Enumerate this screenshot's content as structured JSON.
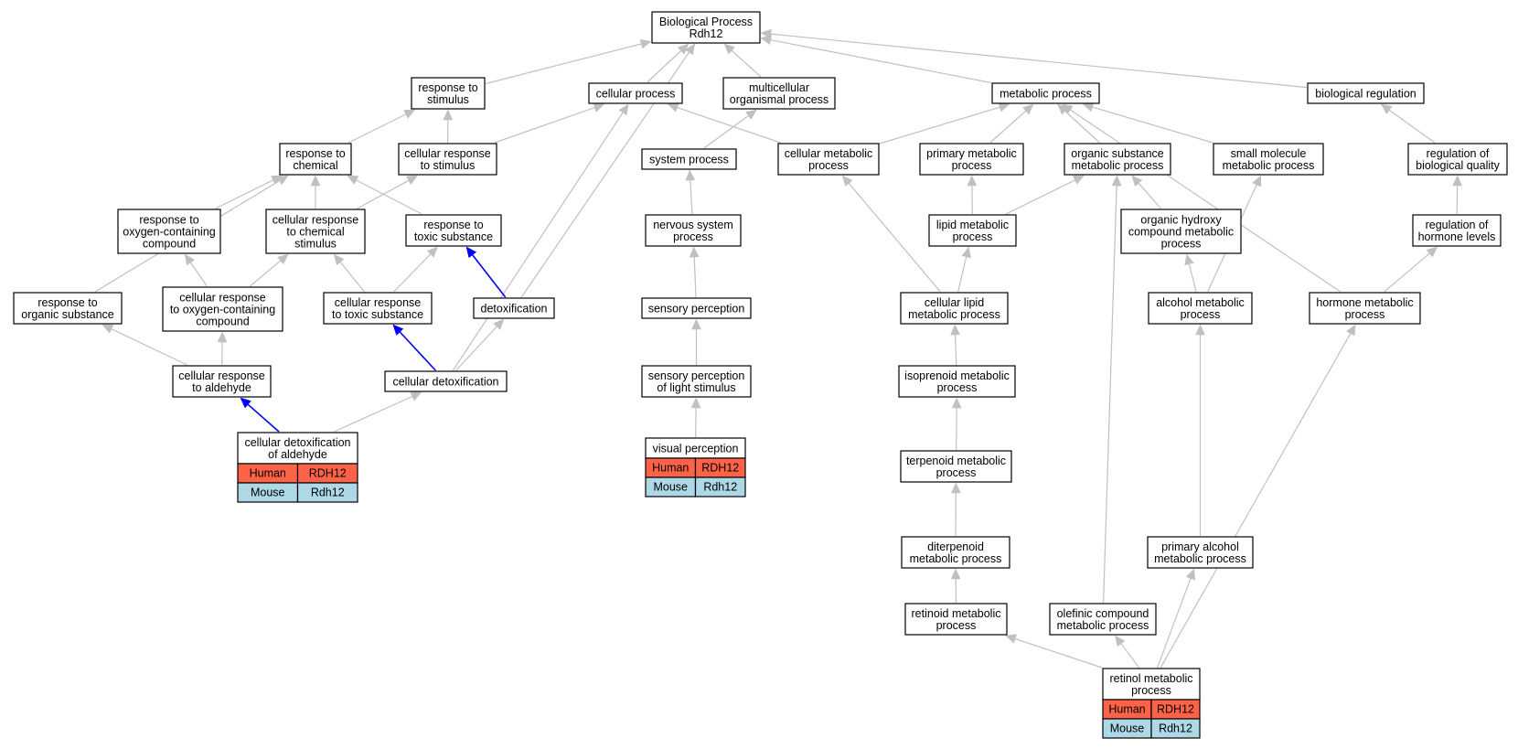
{
  "nodes": {
    "bp": [
      "Biological Process",
      "Rdh12"
    ],
    "resp_stim": [
      "response to",
      "stimulus"
    ],
    "cell_proc": [
      "cellular process"
    ],
    "multi_org": [
      "multicellular",
      "organismal process"
    ],
    "met_proc": [
      "metabolic process"
    ],
    "bio_reg": [
      "biological regulation"
    ],
    "resp_chem": [
      "response to",
      "chemical"
    ],
    "cell_resp_stim": [
      "cellular response",
      "to stimulus"
    ],
    "sys_proc": [
      "system process"
    ],
    "cell_met": [
      "cellular metabolic",
      "process"
    ],
    "prim_met": [
      "primary metabolic",
      "process"
    ],
    "org_sub_met": [
      "organic substance",
      "metabolic process"
    ],
    "small_mol": [
      "small molecule",
      "metabolic process"
    ],
    "reg_bio_qual": [
      "regulation of",
      "biological quality"
    ],
    "resp_oxy": [
      "response to",
      "oxygen-containing",
      "compound"
    ],
    "cell_resp_chem": [
      "cellular response",
      "to chemical",
      "stimulus"
    ],
    "resp_toxic": [
      "response to",
      "toxic substance"
    ],
    "nerv_sys": [
      "nervous system",
      "process"
    ],
    "lipid_met": [
      "lipid metabolic",
      "process"
    ],
    "org_hydroxy": [
      "organic hydroxy",
      "compound metabolic",
      "process"
    ],
    "reg_horm": [
      "regulation of",
      "hormone levels"
    ],
    "resp_org_sub": [
      "response to",
      "organic substance"
    ],
    "cell_resp_oxy": [
      "cellular response",
      "to oxygen-containing",
      "compound"
    ],
    "cell_resp_toxic": [
      "cellular response",
      "to toxic substance"
    ],
    "detox": [
      "detoxification"
    ],
    "sens_perc": [
      "sensory perception"
    ],
    "cell_lipid": [
      "cellular lipid",
      "metabolic process"
    ],
    "alcohol_met": [
      "alcohol metabolic",
      "process"
    ],
    "horm_met": [
      "hormone metabolic",
      "process"
    ],
    "cell_resp_ald": [
      "cellular response",
      "to aldehyde"
    ],
    "cell_detox": [
      "cellular detoxification"
    ],
    "sens_light": [
      "sensory perception",
      "of light stimulus"
    ],
    "isoprenoid": [
      "isoprenoid metabolic",
      "process"
    ],
    "cell_detox_ald": [
      "cellular detoxification",
      "of aldehyde"
    ],
    "visual": [
      "visual perception"
    ],
    "terpenoid": [
      "terpenoid metabolic",
      "process"
    ],
    "diterpenoid": [
      "diterpenoid",
      "metabolic process"
    ],
    "prim_alcohol": [
      "primary alcohol",
      "metabolic process"
    ],
    "retinoid": [
      "retinoid metabolic",
      "process"
    ],
    "olefinic": [
      "olefinic compound",
      "metabolic process"
    ],
    "retinol": [
      "retinol metabolic",
      "process"
    ]
  },
  "gene_rows": {
    "cell_detox_ald": [
      [
        "Human",
        "RDH12"
      ],
      [
        "Mouse",
        "Rdh12"
      ]
    ],
    "visual": [
      [
        "Human",
        "RDH12"
      ],
      [
        "Mouse",
        "Rdh12"
      ]
    ],
    "retinol": [
      [
        "Human",
        "RDH12"
      ],
      [
        "Mouse",
        "Rdh12"
      ]
    ]
  },
  "edges": [
    [
      "resp_stim",
      "bp",
      "gray"
    ],
    [
      "cell_proc",
      "bp",
      "gray"
    ],
    [
      "multi_org",
      "bp",
      "gray"
    ],
    [
      "met_proc",
      "bp",
      "gray"
    ],
    [
      "bio_reg",
      "bp",
      "gray"
    ],
    [
      "detox",
      "bp",
      "gray"
    ],
    [
      "resp_chem",
      "resp_stim",
      "gray"
    ],
    [
      "cell_resp_stim",
      "resp_stim",
      "gray"
    ],
    [
      "cell_resp_stim",
      "cell_proc",
      "gray"
    ],
    [
      "cell_met",
      "cell_proc",
      "gray"
    ],
    [
      "cell_detox",
      "cell_proc",
      "gray"
    ],
    [
      "sys_proc",
      "multi_org",
      "gray"
    ],
    [
      "cell_met",
      "met_proc",
      "gray"
    ],
    [
      "prim_met",
      "met_proc",
      "gray"
    ],
    [
      "org_sub_met",
      "met_proc",
      "gray"
    ],
    [
      "small_mol",
      "met_proc",
      "gray"
    ],
    [
      "horm_met",
      "met_proc",
      "gray"
    ],
    [
      "reg_bio_qual",
      "bio_reg",
      "gray"
    ],
    [
      "resp_oxy",
      "resp_chem",
      "gray"
    ],
    [
      "cell_resp_chem",
      "resp_chem",
      "gray"
    ],
    [
      "resp_toxic",
      "resp_chem",
      "gray"
    ],
    [
      "resp_org_sub",
      "resp_chem",
      "gray"
    ],
    [
      "cell_resp_chem",
      "cell_resp_stim",
      "gray"
    ],
    [
      "nerv_sys",
      "sys_proc",
      "gray"
    ],
    [
      "cell_lipid",
      "cell_met",
      "gray"
    ],
    [
      "lipid_met",
      "prim_met",
      "gray"
    ],
    [
      "lipid_met",
      "org_sub_met",
      "gray"
    ],
    [
      "org_hydroxy",
      "org_sub_met",
      "gray"
    ],
    [
      "olefinic",
      "org_sub_met",
      "gray"
    ],
    [
      "alcohol_met",
      "small_mol",
      "gray"
    ],
    [
      "reg_horm",
      "reg_bio_qual",
      "gray"
    ],
    [
      "cell_resp_oxy",
      "resp_oxy",
      "gray"
    ],
    [
      "cell_resp_oxy",
      "cell_resp_chem",
      "gray"
    ],
    [
      "cell_resp_toxic",
      "cell_resp_chem",
      "gray"
    ],
    [
      "cell_resp_toxic",
      "resp_toxic",
      "gray"
    ],
    [
      "detox",
      "resp_toxic",
      "blue"
    ],
    [
      "sens_perc",
      "nerv_sys",
      "gray"
    ],
    [
      "cell_lipid",
      "lipid_met",
      "gray"
    ],
    [
      "alcohol_met",
      "org_hydroxy",
      "gray"
    ],
    [
      "horm_met",
      "reg_horm",
      "gray"
    ],
    [
      "cell_resp_ald",
      "resp_org_sub",
      "gray"
    ],
    [
      "cell_resp_ald",
      "cell_resp_oxy",
      "gray"
    ],
    [
      "cell_detox",
      "cell_resp_toxic",
      "blue"
    ],
    [
      "cell_detox",
      "detox",
      "gray"
    ],
    [
      "sens_light",
      "sens_perc",
      "gray"
    ],
    [
      "isoprenoid",
      "cell_lipid",
      "gray"
    ],
    [
      "prim_alcohol",
      "alcohol_met",
      "gray"
    ],
    [
      "retinol",
      "horm_met",
      "gray"
    ],
    [
      "cell_detox_ald",
      "cell_resp_ald",
      "blue"
    ],
    [
      "cell_detox_ald",
      "cell_detox",
      "gray"
    ],
    [
      "visual",
      "sens_light",
      "gray"
    ],
    [
      "terpenoid",
      "isoprenoid",
      "gray"
    ],
    [
      "diterpenoid",
      "terpenoid",
      "gray"
    ],
    [
      "retinoid",
      "diterpenoid",
      "gray"
    ],
    [
      "retinol",
      "retinoid",
      "gray"
    ],
    [
      "retinol",
      "olefinic",
      "gray"
    ],
    [
      "retinol",
      "prim_alcohol",
      "gray"
    ]
  ],
  "colors": {
    "human": "#ff6347",
    "mouse": "#add8e6",
    "edge_gray": "#c0c0c0",
    "edge_blue": "#0000ff",
    "node_border": "#000000",
    "node_fill": "#ffffff"
  }
}
